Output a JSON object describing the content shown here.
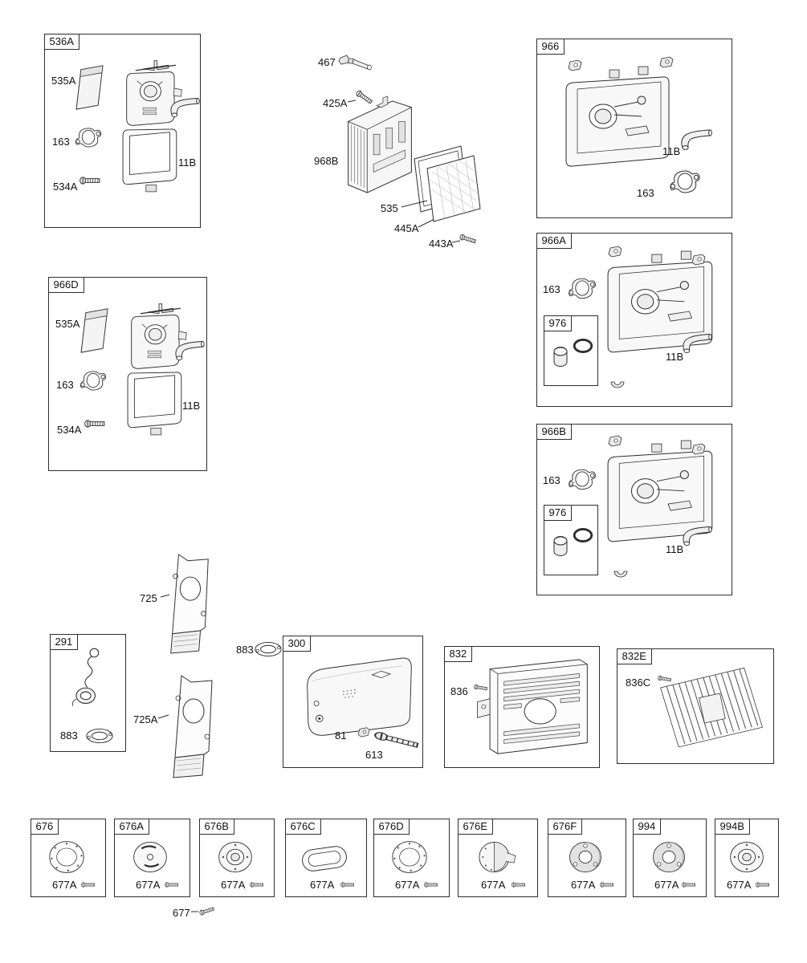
{
  "boxes": {
    "b536A": {
      "title": "536A",
      "labels": {
        "p535A": "535A",
        "p163": "163",
        "p534A": "534A",
        "p11B": "11B"
      }
    },
    "b966D": {
      "title": "966D",
      "labels": {
        "p535A": "535A",
        "p163": "163",
        "p534A": "534A",
        "p11B": "11B"
      }
    },
    "b966": {
      "title": "966",
      "labels": {
        "p11B": "11B",
        "p163": "163"
      }
    },
    "b966A": {
      "title": "966A",
      "labels": {
        "p163": "163",
        "p11B": "11B"
      },
      "inner": {
        "title": "976"
      }
    },
    "b966B": {
      "title": "966B",
      "labels": {
        "p163": "163",
        "p11B": "11B"
      },
      "inner": {
        "title": "976"
      }
    },
    "b291": {
      "title": "291",
      "labels": {
        "p883": "883"
      }
    },
    "b300": {
      "title": "300",
      "labels": {
        "p81": "81",
        "p613": "613"
      }
    },
    "b832": {
      "title": "832",
      "labels": {
        "p836": "836"
      }
    },
    "b832E": {
      "title": "832E",
      "labels": {
        "p836C": "836C"
      }
    }
  },
  "free_labels": {
    "p467": "467",
    "p425A": "425A",
    "p968B": "968B",
    "p535": "535",
    "p445A": "445A",
    "p443A": "443A",
    "p725": "725",
    "p725A": "725A",
    "p883": "883",
    "p677": "677"
  },
  "bottom_row": [
    {
      "title": "676",
      "screw_label": "677A"
    },
    {
      "title": "676A",
      "screw_label": "677A"
    },
    {
      "title": "676B",
      "screw_label": "677A"
    },
    {
      "title": "676C",
      "screw_label": "677A"
    },
    {
      "title": "676D",
      "screw_label": "677A"
    },
    {
      "title": "676E",
      "screw_label": "677A"
    },
    {
      "title": "676F",
      "screw_label": "677A"
    },
    {
      "title": "994",
      "screw_label": "677A"
    },
    {
      "title": "994B",
      "screw_label": "677A"
    }
  ],
  "colors": {
    "line": "#2e2e2e",
    "label": "#111111",
    "background": "#ffffff"
  }
}
